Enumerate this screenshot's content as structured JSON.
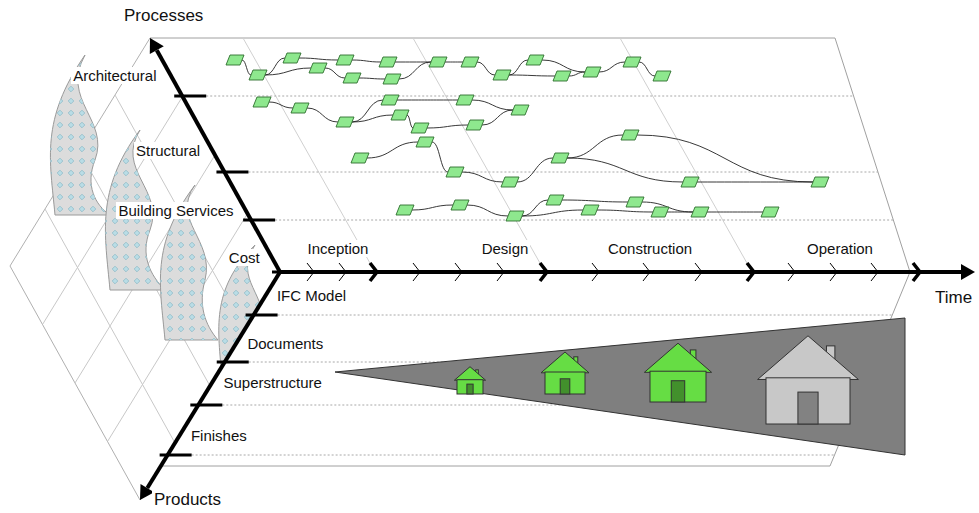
{
  "diagram": {
    "labels": [
      "Processes",
      "Architectural",
      "Structural",
      "Building Services",
      "Cost",
      "Inception",
      "Design",
      "Construction",
      "Operation",
      "Time",
      "IFC Model",
      "Documents",
      "Superstructure",
      "Finishes",
      "Products"
    ]
  }
}
